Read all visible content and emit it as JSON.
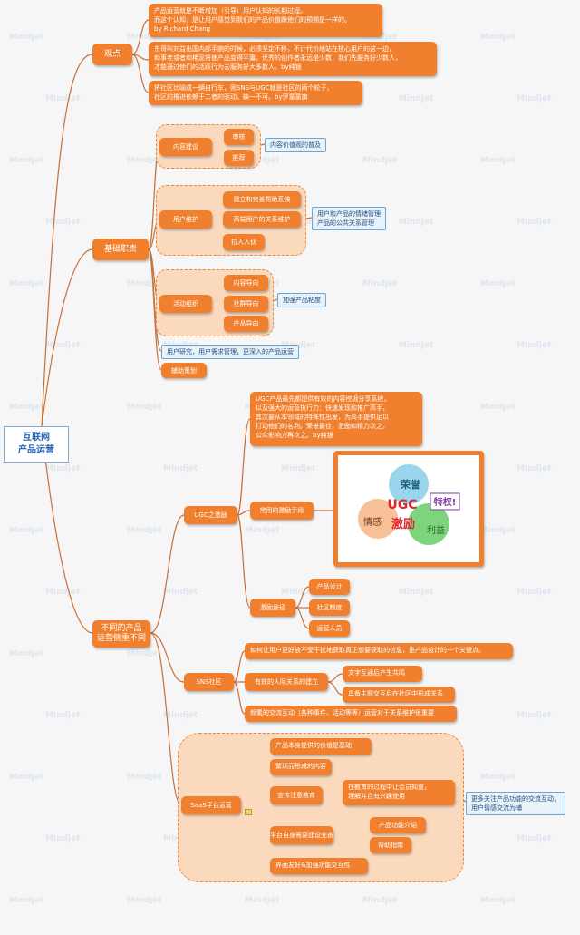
{
  "root": {
    "title_line1": "互联网",
    "title_line2": "产品运营"
  },
  "viewpoint": {
    "label": "观点",
    "quotes": [
      [
        "产品运营就是不断增加（引导）用户认知的长期过程。",
        "而这个认知，是让用户感觉到我们的产品价值跟他们的预期是一样的。",
        "by Richard Chang"
      ],
      [
        "东哥叫刘益出国内部手腕的时候，必须坚定不移，不计代价地站在核心用户的这一边，",
        "和事老或者和稀泥将使产品变得平庸。优秀的创作者永远是少数，我们先服务好少数人，",
        "才能通过他们的活跃行为去服务好大多数人。by纯银"
      ],
      [
        "将社区比喻成一辆自行车，则SNS与UGC就是社区的两个轮子，",
        "社区的推进依赖于二者的驱动，缺一不可。by罗童童旗"
      ]
    ]
  },
  "basic": {
    "label": "基础职责",
    "content": {
      "label": "内容建设",
      "items": [
        "审核",
        "推荐"
      ],
      "note": "内容价值观的普及"
    },
    "user": {
      "label": "用户维护",
      "items": [
        "建立和完善帮助系统",
        "高端用户的关系维护",
        "拉人入伙"
      ],
      "note": [
        "用户和产品的情绪管理",
        "产品的公共关系管理"
      ]
    },
    "activity": {
      "label": "活动组织",
      "items": [
        "内容导向",
        "社群导向",
        "产品导向"
      ],
      "note": "加强产品粘度"
    },
    "assist": {
      "label": "辅助策划",
      "note": "用户研究，用户需求管理，更深入的产品运营"
    }
  },
  "different": {
    "label_line1": "不同的产品",
    "label_line2": "运营侧重不同",
    "ugc": {
      "label": "UGC之激励",
      "intro": [
        "UGC产品最先都提供有效的内容挖掘分享系统，",
        "以及强大的运营执行力：快速发现和推广高手，",
        "其次要从本领域的特殊性出发，为高手提供足以",
        "打动他们的名利。荣誉最佳，激励和精力次之，",
        "公众影响力再次之。by纯银"
      ],
      "means": "常用的激励手段",
      "bubbles": {
        "honor": "荣誉",
        "emotion": "情感",
        "benefit": "利益",
        "privilege": "特权!",
        "ugc": "UGC",
        "incentive": "激励"
      },
      "channel": "激励途径",
      "channels": [
        "产品设计",
        "社区制度",
        "运营人员"
      ]
    },
    "sns": {
      "label": "SNS社区",
      "core": "如何让用户更好放不受干扰地获取真正想要获取的信息，是产品设计的一个关键点。",
      "relation": "有效的人际关系的建立",
      "relations": [
        "文字互通后产生共鸣",
        "具备主题交互后在社区中形成关系"
      ],
      "frequent": "频繁的交流互动（各种事件、活动等等）运营对于关系维护很重要"
    },
    "saas": {
      "label": "SaaS平台运营",
      "items": [
        "产品本身提供的价值是基础",
        "繁琐而形成的内容",
        "宣传注意教育",
        "平台自身需要建设完善",
        "界面友好&加强功能交互性"
      ],
      "education": [
        "在教育的过程中让会员知道，",
        "理解并且有兴趣使用"
      ],
      "platform": [
        "产品功能介绍",
        "帮助指南"
      ],
      "note": [
        "更多关注产品功能的交流互动，",
        "用户情感交流为辅"
      ]
    }
  },
  "watermark": "Mindjet"
}
